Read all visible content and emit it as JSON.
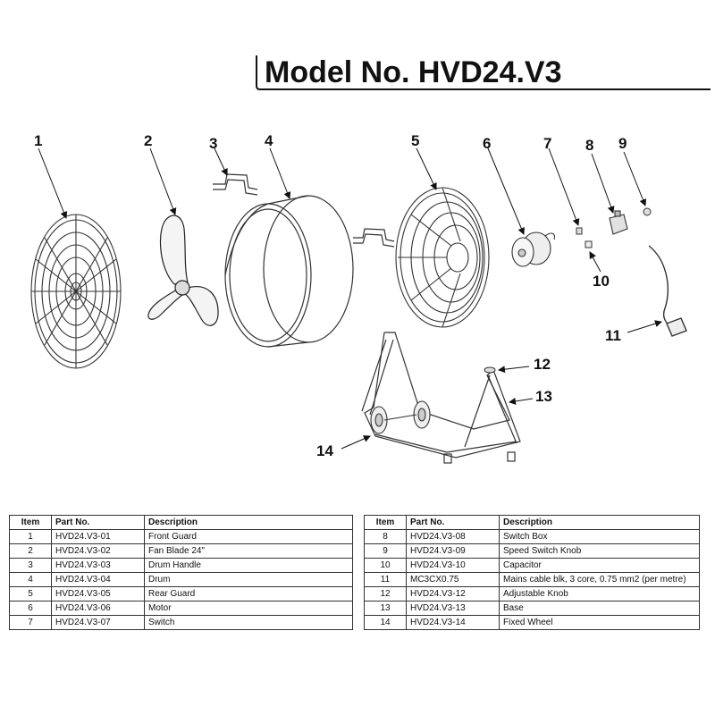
{
  "header": {
    "model_title": "Model No. HVD24.V3"
  },
  "callouts": [
    "1",
    "2",
    "3",
    "4",
    "5",
    "6",
    "7",
    "8",
    "9",
    "10",
    "11",
    "12",
    "13",
    "14"
  ],
  "icons": [
    "front-guard",
    "fan-blade",
    "drum-handle",
    "drum",
    "rear-guard",
    "motor",
    "switch",
    "switch-box",
    "speed-switch-knob",
    "capacitor",
    "mains-cable",
    "adjustable-knob",
    "base",
    "fixed-wheel"
  ],
  "table": {
    "headers": {
      "item": "Item",
      "part_no": "Part No.",
      "description": "Description"
    },
    "left_rows": [
      {
        "item": "1",
        "part_no": "HVD24.V3-01",
        "description": "Front Guard"
      },
      {
        "item": "2",
        "part_no": "HVD24.V3-02",
        "description": "Fan Blade 24\""
      },
      {
        "item": "3",
        "part_no": "HVD24.V3-03",
        "description": "Drum Handle"
      },
      {
        "item": "4",
        "part_no": "HVD24.V3-04",
        "description": "Drum"
      },
      {
        "item": "5",
        "part_no": "HVD24.V3-05",
        "description": "Rear Guard"
      },
      {
        "item": "6",
        "part_no": "HVD24.V3-06",
        "description": "Motor"
      },
      {
        "item": "7",
        "part_no": "HVD24.V3-07",
        "description": "Switch"
      }
    ],
    "right_rows": [
      {
        "item": "8",
        "part_no": "HVD24.V3-08",
        "description": "Switch Box"
      },
      {
        "item": "9",
        "part_no": "HVD24.V3-09",
        "description": "Speed Switch Knob"
      },
      {
        "item": "10",
        "part_no": "HVD24.V3-10",
        "description": "Capacitor"
      },
      {
        "item": "11",
        "part_no": "MC3CX0.75",
        "description": "Mains cable blk, 3 core, 0.75 mm2 (per metre)"
      },
      {
        "item": "12",
        "part_no": "HVD24.V3-12",
        "description": "Adjustable Knob"
      },
      {
        "item": "13",
        "part_no": "HVD24.V3-13",
        "description": "Base"
      },
      {
        "item": "14",
        "part_no": "HVD24.V3-14",
        "description": "Fixed Wheel"
      }
    ]
  }
}
